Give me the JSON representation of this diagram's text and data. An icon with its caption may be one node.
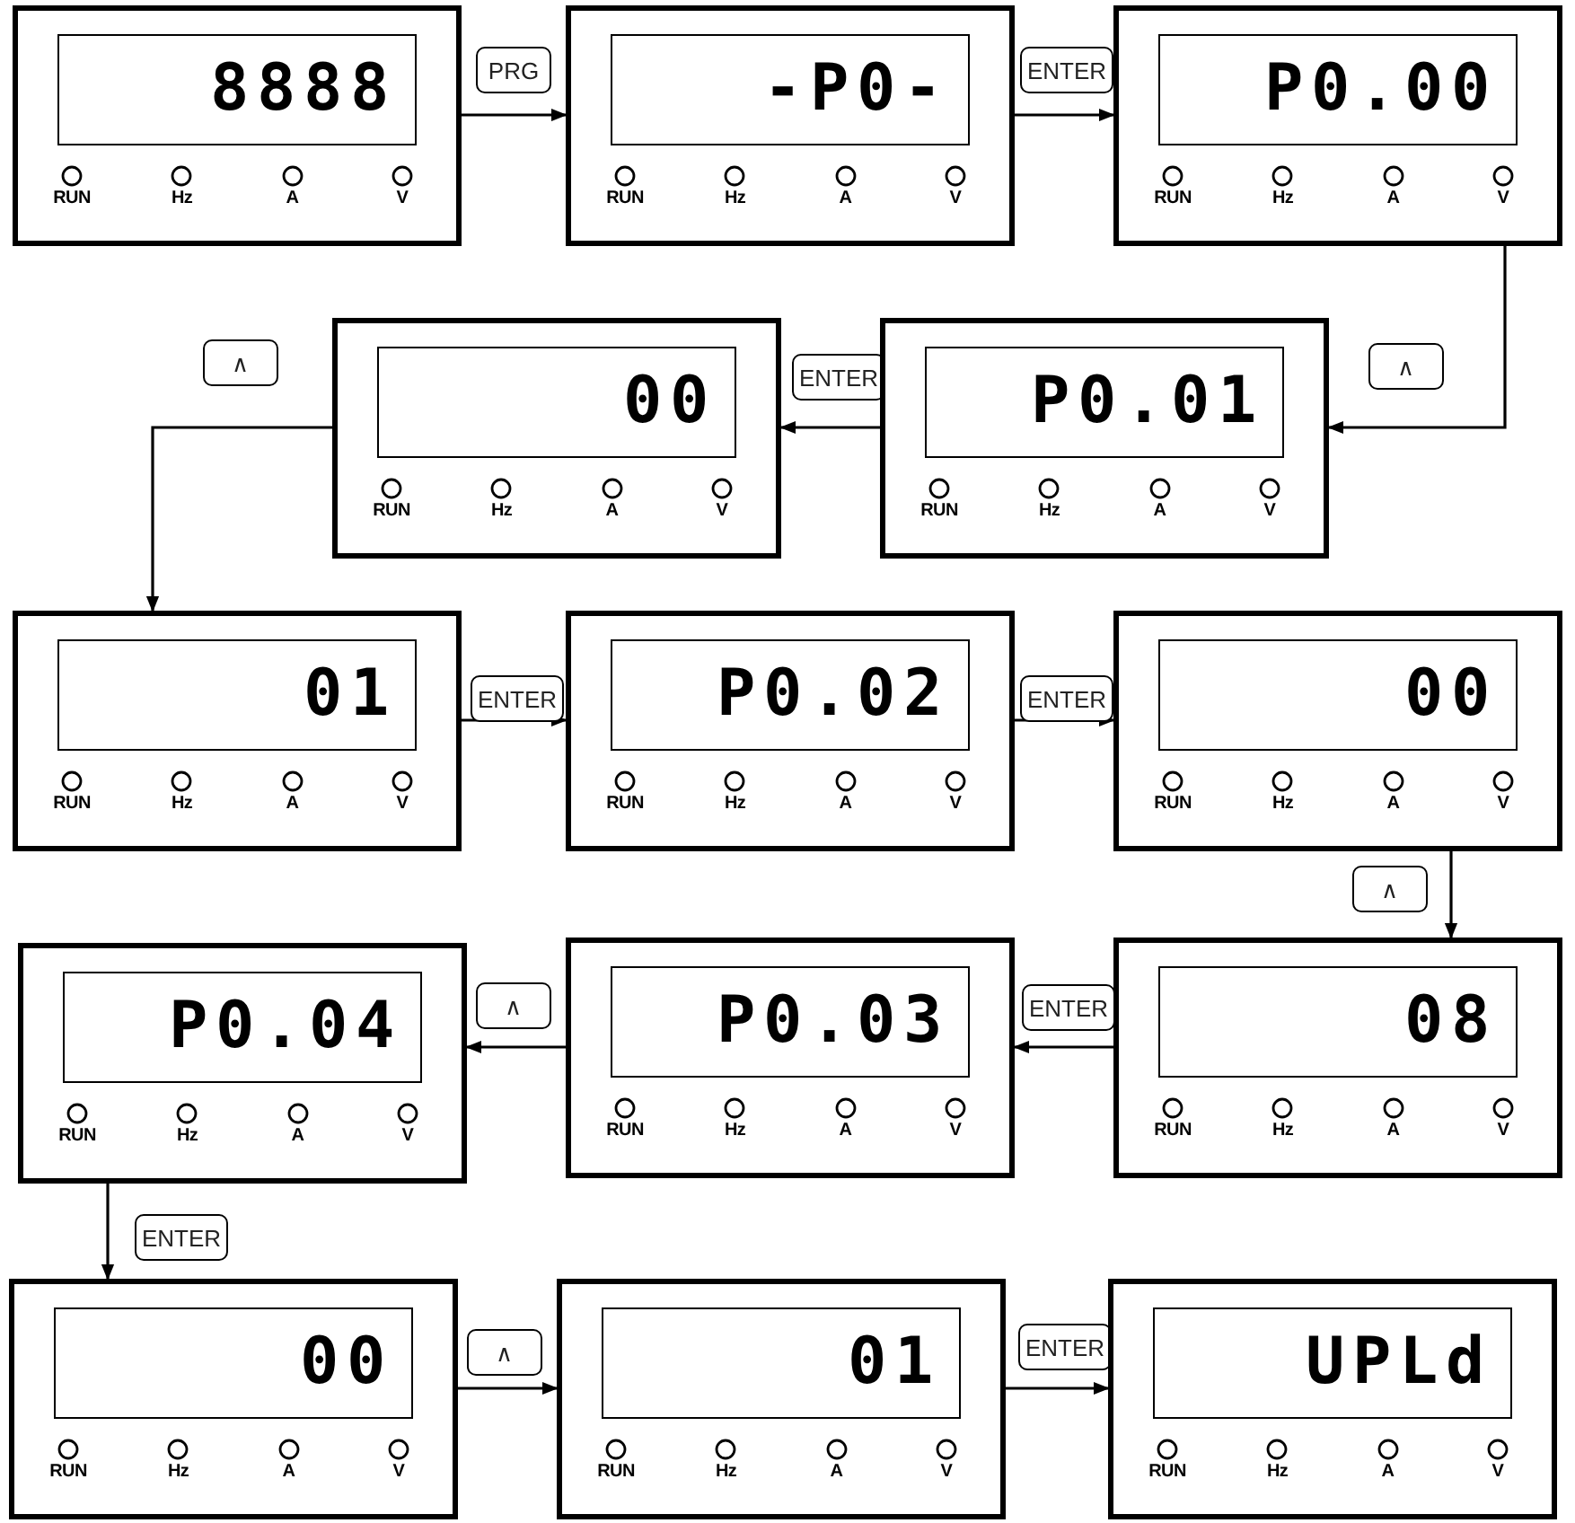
{
  "diagram": {
    "nodes": [
      {
        "text": [
          "8888",
          "RUN",
          "Hz",
          "A",
          "V"
        ]
      },
      {
        "text": [
          "-P0-",
          "RUN",
          "Hz",
          "A",
          "V"
        ]
      },
      {
        "text": [
          "P0.00",
          "RUN",
          "Hz",
          "A",
          "V"
        ]
      },
      {
        "text": [
          "P0.01",
          "RUN",
          "Hz",
          "A",
          "V"
        ]
      },
      {
        "text": [
          "00",
          "RUN",
          "Hz",
          "A",
          "V"
        ]
      },
      {
        "text": [
          "01",
          "RUN",
          "Hz",
          "A",
          "V"
        ]
      },
      {
        "text": [
          "P0.02",
          "RUN",
          "Hz",
          "A",
          "V"
        ]
      },
      {
        "text": [
          "00",
          "RUN",
          "Hz",
          "A",
          "V"
        ]
      },
      {
        "text": [
          "08",
          "RUN",
          "Hz",
          "A",
          "V"
        ]
      },
      {
        "text": [
          "P0.03",
          "RUN",
          "Hz",
          "A",
          "V"
        ]
      },
      {
        "text": [
          "P0.04",
          "RUN",
          "Hz",
          "A",
          "V"
        ]
      },
      {
        "text": [
          "00",
          "RUN",
          "Hz",
          "A",
          "V"
        ]
      },
      {
        "text": [
          "01",
          "RUN",
          "Hz",
          "A",
          "V"
        ]
      },
      {
        "text": [
          "UPLd",
          "RUN",
          "Hz",
          "A",
          "V"
        ]
      }
    ],
    "edges": [
      {
        "from": 0,
        "to": 1,
        "arrow": "to",
        "label": "PRG"
      },
      {
        "from": 1,
        "to": 2,
        "arrow": "to",
        "label": "ENTER"
      },
      {
        "from": 2,
        "to": 3,
        "arrow": "to",
        "label": "∧"
      },
      {
        "from": 3,
        "to": 4,
        "arrow": "to",
        "label": "ENTER"
      },
      {
        "from": 4,
        "to": 5,
        "arrow": "to",
        "label": "∧"
      },
      {
        "from": 5,
        "to": 6,
        "arrow": "to",
        "label": "ENTER"
      },
      {
        "from": 6,
        "to": 7,
        "arrow": "to",
        "label": "ENTER"
      },
      {
        "from": 7,
        "to": 8,
        "arrow": "to",
        "label": "∧"
      },
      {
        "from": 8,
        "to": 9,
        "arrow": "to",
        "label": "ENTER"
      },
      {
        "from": 9,
        "to": 10,
        "arrow": "to",
        "label": "∧"
      },
      {
        "from": 10,
        "to": 11,
        "arrow": "to",
        "label": "ENTER"
      },
      {
        "from": 11,
        "to": 12,
        "arrow": "to",
        "label": "∧"
      },
      {
        "from": 12,
        "to": 13,
        "arrow": "to",
        "label": "ENTER"
      }
    ]
  }
}
